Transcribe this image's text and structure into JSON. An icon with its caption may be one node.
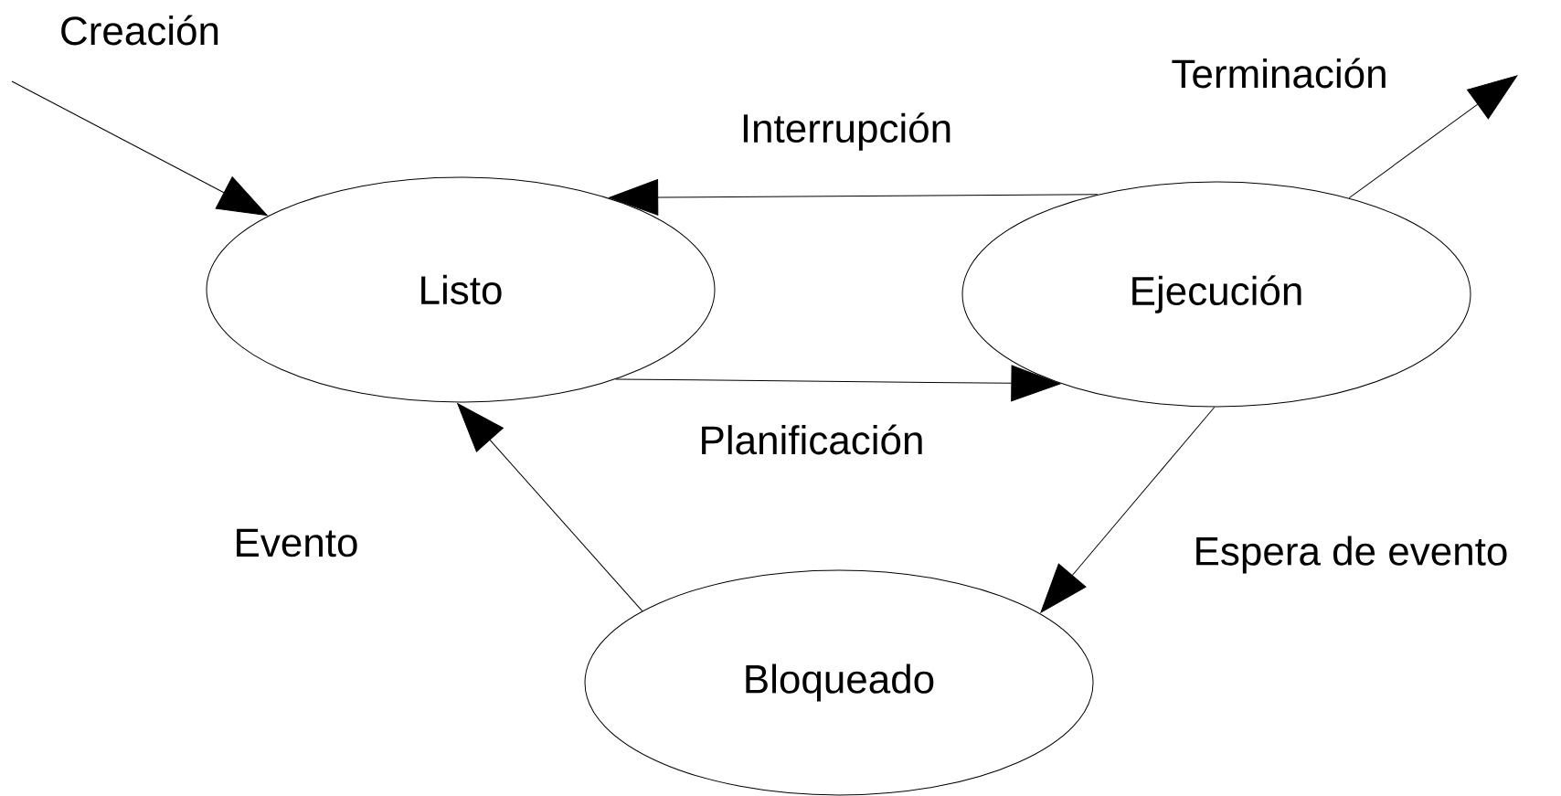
{
  "diagram": {
    "nodes": [
      {
        "text": [
          "Listo"
        ]
      },
      {
        "text": [
          "Ejecución"
        ]
      },
      {
        "text": [
          "Bloqueado"
        ]
      }
    ],
    "edges": [
      {
        "from": null,
        "to": 0,
        "arrow": "to",
        "label": "Creación"
      },
      {
        "from": 1,
        "to": 0,
        "arrow": "to",
        "label": "Interrupción"
      },
      {
        "from": 1,
        "to": null,
        "arrow": "to",
        "label": "Terminación"
      },
      {
        "from": 0,
        "to": 1,
        "arrow": "to",
        "label": "Planificación"
      },
      {
        "from": 1,
        "to": 2,
        "arrow": "to",
        "label": "Espera de evento"
      },
      {
        "from": 2,
        "to": 0,
        "arrow": "to",
        "label": "Evento"
      }
    ]
  }
}
